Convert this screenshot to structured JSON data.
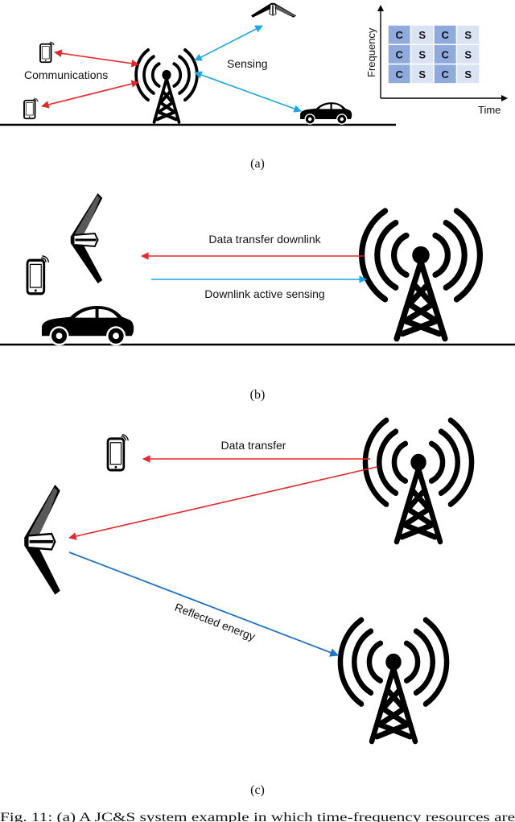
{
  "panel_a": {
    "communications_label": "Communications",
    "sensing_label": "Sensing",
    "caption": "(a)",
    "grid": {
      "y_axis_label": "Frequency",
      "x_axis_label": "Time",
      "rows": [
        [
          "C",
          "S",
          "C",
          "S"
        ],
        [
          "C",
          "S",
          "C",
          "S"
        ],
        [
          "C",
          "S",
          "C",
          "S"
        ]
      ],
      "colors": {
        "C": "#8faadc",
        "S": "#dae3f3"
      }
    }
  },
  "panel_b": {
    "downlink_label": "Data transfer downlink",
    "sensing_label": "Downlink active sensing",
    "caption": "(b)"
  },
  "panel_c": {
    "data_transfer_label": "Data transfer",
    "reflected_label": "Reflected energy",
    "caption": "(c)"
  },
  "footer": {
    "caption_text": "Fig. 11: (a) A JC&S system example in which time-frequency resources are"
  },
  "colors": {
    "comm_arrow": "#e8262a",
    "sensing_arrow": "#1aa7e3",
    "reflected_arrow": "#1f73c4"
  },
  "icons": [
    "tower-icon",
    "phone-icon",
    "drone-icon",
    "car-icon"
  ]
}
